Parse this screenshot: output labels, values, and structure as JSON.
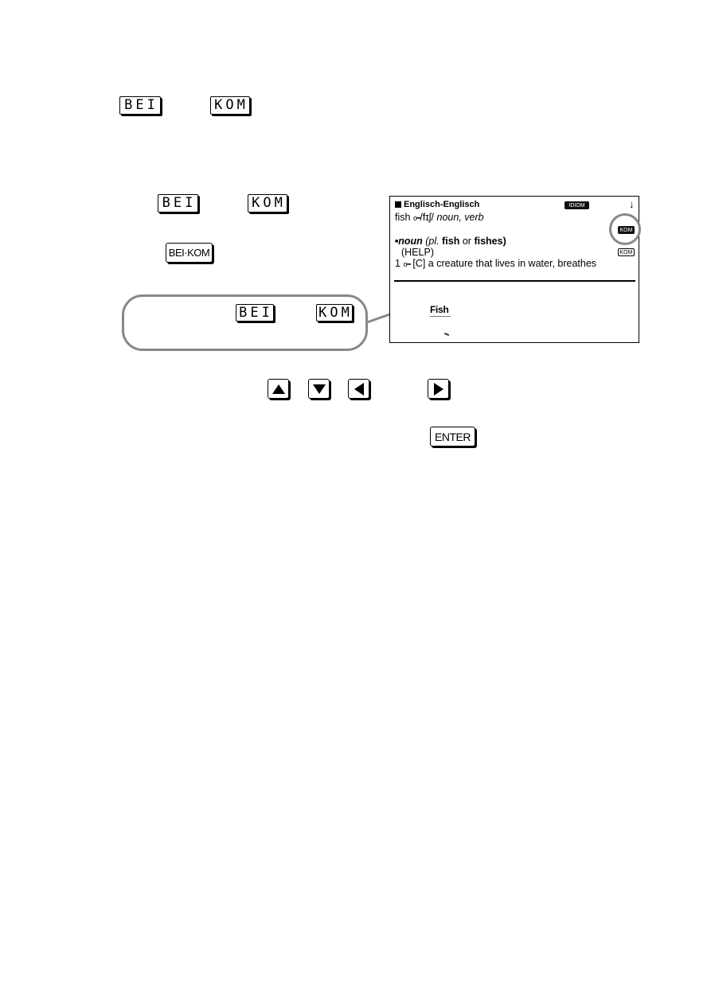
{
  "top_keys": {
    "left": "BEI",
    "right": "KOM"
  },
  "step1": {
    "key_left": "BEI",
    "key_right": "KOM",
    "toggle_key": "BEI·KOM"
  },
  "callout": {
    "key_left": "BEI",
    "key_right": "KOM"
  },
  "screen": {
    "header_title": "Englisch-Englisch",
    "idiom_tag": "IDIOM",
    "scroll_arrow": "↓",
    "headword": "fish",
    "key_symbol": "o━",
    "pronunciation": "/fɪʃ/",
    "pos_line": "noun, verb",
    "kom_tag_highlighted": "KOM",
    "sense_bullet": "■",
    "sense_pos": "noun",
    "sense_plural_label": "(pl.",
    "sense_plural_a": "fish",
    "sense_or": "or",
    "sense_plural_b": "fishes)",
    "help_label": "(HELP)",
    "kom_tag": "KOM",
    "definition_num": "1",
    "definition_text": "[C] a creature that lives in water, breathes",
    "sub_logo": "Fish"
  },
  "nav_keys": [
    "up-arrow",
    "down-arrow",
    "left-arrow",
    "right-arrow"
  ],
  "enter_key": "ENTER",
  "colors": {
    "callout_border": "#888888",
    "ink": "#000000"
  }
}
